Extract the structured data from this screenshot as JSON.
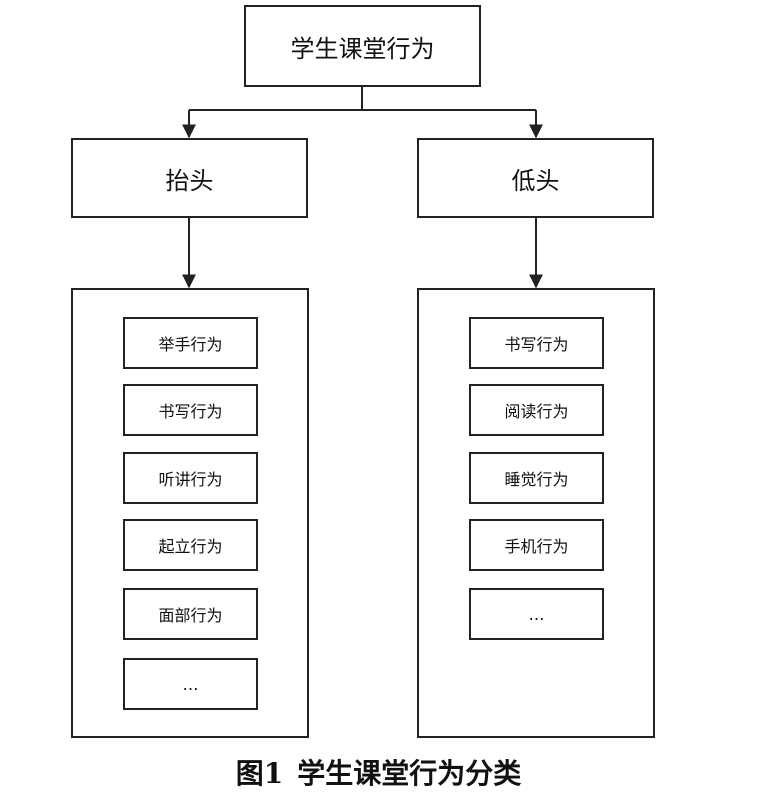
{
  "root": {
    "label": "学生课堂行为"
  },
  "left": {
    "label": "抬头",
    "items": [
      "举手行为",
      "书写行为",
      "听讲行为",
      "起立行为",
      "面部行为",
      "…"
    ]
  },
  "right": {
    "label": "低头",
    "items": [
      "书写行为",
      "阅读行为",
      "睡觉行为",
      "手机行为",
      "…"
    ]
  },
  "caption": {
    "number": "图1",
    "text": "学生课堂行为分类"
  }
}
